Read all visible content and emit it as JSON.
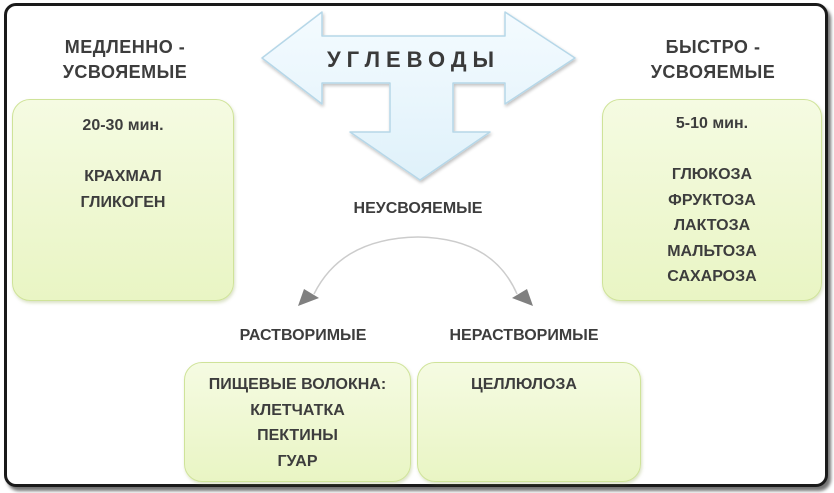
{
  "title": "УГЛЕВОДЫ",
  "slow": {
    "heading": [
      "МЕДЛЕННО -",
      "УСВОЯЕМЫЕ"
    ],
    "time": "20-30 мин.",
    "items": [
      "КРАХМАЛ",
      "ГЛИКОГЕН"
    ]
  },
  "fast": {
    "heading": [
      "БЫСТРО -",
      "УСВОЯЕМЫЕ"
    ],
    "time": "5-10 мин.",
    "items": [
      "ГЛЮКОЗА",
      "ФРУКТОЗА",
      "ЛАКТОЗА",
      "МАЛЬТОЗА",
      "САХАРОЗА"
    ]
  },
  "indigestible": {
    "heading": "НЕУСВОЯЕМЫЕ",
    "soluble": {
      "heading": "РАСТВОРИМЫЕ",
      "items": [
        "ПИЩЕВЫЕ ВОЛОКНА:",
        "КЛЕТЧАТКА",
        "ПЕКТИНЫ",
        "ГУАР"
      ]
    },
    "insoluble": {
      "heading": "НЕРАСТВОРИМЫЕ",
      "items": [
        "ЦЕЛЛЮЛОЗА"
      ]
    }
  }
}
